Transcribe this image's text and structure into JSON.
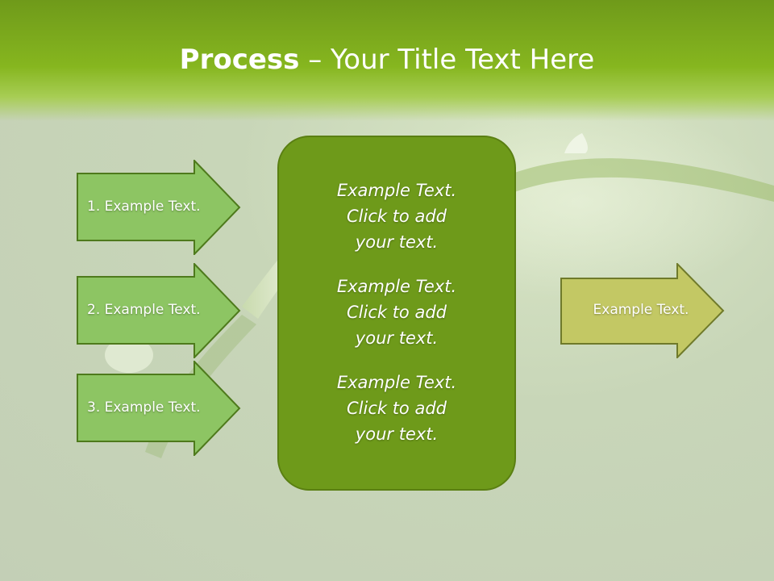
{
  "title": {
    "strong": "Process",
    "separator": " – ",
    "rest": "Your Title Text Here"
  },
  "inputs": [
    {
      "label": "1. Example Text."
    },
    {
      "label": "2. Example Text."
    },
    {
      "label": "3. Example Text."
    }
  ],
  "center": {
    "items": [
      {
        "lines": [
          "Example Text.",
          "Click  to add",
          "your text."
        ]
      },
      {
        "lines": [
          "Example Text.",
          "Click  to add",
          "your text."
        ]
      },
      {
        "lines": [
          "Example Text.",
          "Click  to add",
          "your text."
        ]
      }
    ]
  },
  "output": {
    "label": "Example Text."
  },
  "colors": {
    "header": "#86b61f",
    "input_arrow_fill": "#8dc563",
    "input_arrow_stroke": "#4e7a1c",
    "center_fill": "#6e9a1a",
    "output_arrow_fill": "#c3c864",
    "output_arrow_stroke": "#6f7a2a"
  }
}
